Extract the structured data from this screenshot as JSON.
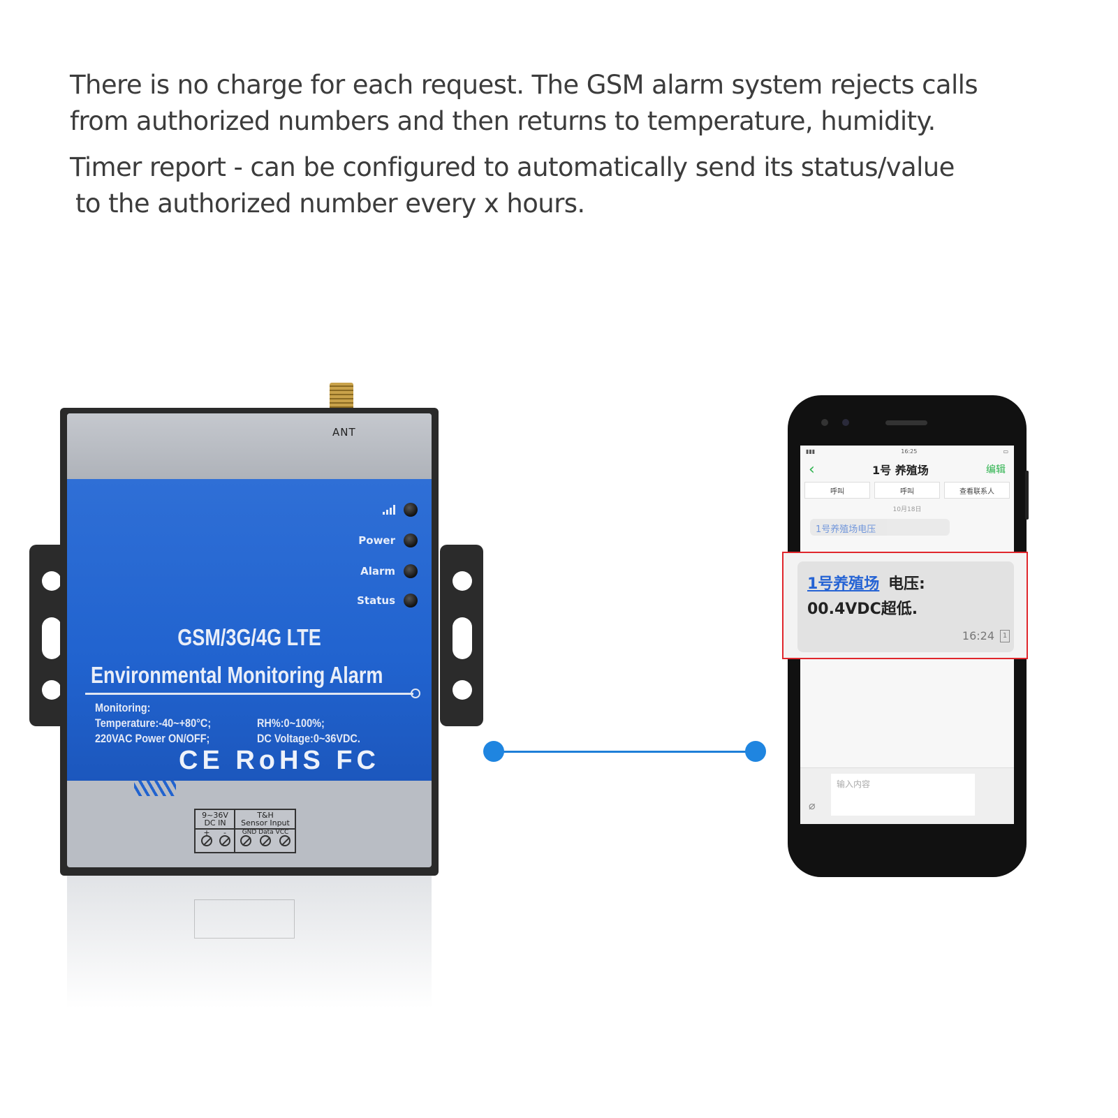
{
  "description": {
    "paragraph1": {
      "line1": "There is no charge for each request. The GSM alarm system rejects calls",
      "line2": "from authorized numbers and then returns to temperature, humidity."
    },
    "paragraph2": {
      "line1": "Timer report - can be configured to automatically send its status/value",
      "line2": "to the authorized number every x hours."
    }
  },
  "device": {
    "antenna_label": "ANT",
    "leds": [
      {
        "label": "",
        "icon": "signal-icon"
      },
      {
        "label": "Power"
      },
      {
        "label": "Alarm"
      },
      {
        "label": "Status"
      }
    ],
    "title": "GSM/3G/4G LTE",
    "subtitle": "Environmental Monitoring Alarm",
    "monitoring_label": "Monitoring:",
    "spec_temperature": "Temperature:-40~+80°C;",
    "spec_rh": "RH%:0~100%;",
    "spec_power": "220VAC Power ON/OFF;",
    "spec_voltage": "DC Voltage:0~36VDC.",
    "certifications": "CE RoHS FC",
    "terminal": {
      "dc_label_1": "9~36V",
      "dc_label_2": "DC IN",
      "sensor_label_1": "T&H",
      "sensor_label_2": "Sensor Input",
      "plus": "+",
      "minus": "-",
      "pins": "GND Data VCC"
    },
    "colors": {
      "blue": "#2163cf",
      "gray": "#b9bdc4"
    }
  },
  "connector": {
    "color": "#1f85e0"
  },
  "phone": {
    "statusbar_time": "16:25",
    "nav_title": "1号 养殖场",
    "nav_edit": "编辑",
    "actions": [
      "呼叫",
      "呼叫",
      "查看联系人"
    ],
    "date": "10月18日",
    "prev_message": "1号养殖场电压",
    "input_placeholder": "输入内容",
    "callout": {
      "sender": "1号养殖场",
      "line1_rest": "电压:",
      "line2": "00.4VDC超低.",
      "time": "16:24",
      "sim": "1"
    },
    "highlight_color": "#e0262c"
  }
}
